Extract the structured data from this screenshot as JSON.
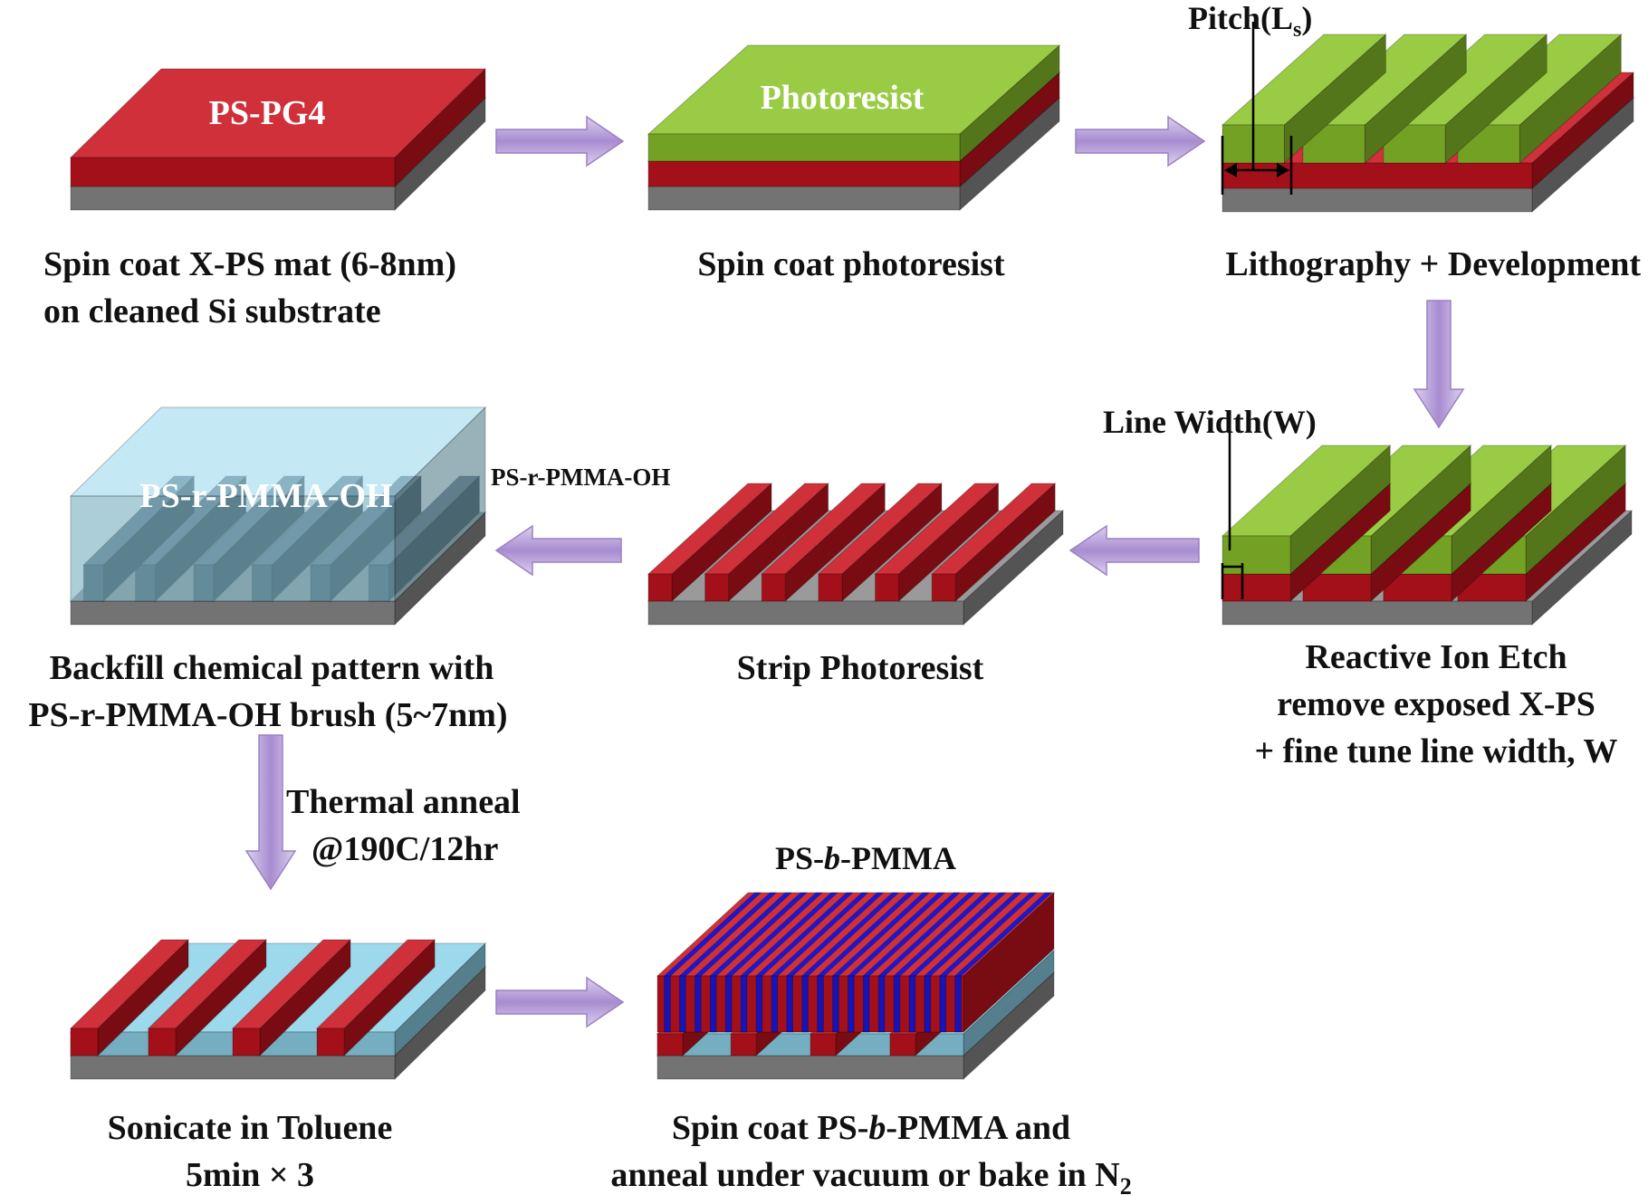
{
  "diagram": {
    "steps": {
      "step1": {
        "layer_label": "PS-PG4",
        "caption": [
          "Spin coat X-PS mat (6-8nm)",
          "on cleaned Si substrate"
        ]
      },
      "step2": {
        "layer_label": "Photoresist",
        "caption": [
          "Spin coat photoresist"
        ]
      },
      "step3": {
        "dimension_label": "Pitch(L",
        "dimension_sub": "s",
        "dimension_close": ")",
        "caption": [
          "Lithography + Development"
        ]
      },
      "step4": {
        "dimension_label": "Line Width(W)",
        "caption": [
          "Reactive Ion Etch",
          "remove exposed X-PS",
          "+ fine tune line width, W"
        ]
      },
      "step5": {
        "caption": [
          "Strip Photoresist"
        ]
      },
      "step6": {
        "layer_label": "PS-r-PMMA-OH",
        "side_label": "PS-r-PMMA-OH",
        "caption": [
          "Backfill chemical pattern with",
          "PS-r-PMMA-OH brush (5~7nm)"
        ]
      },
      "step7": {
        "arrow_label": [
          "Thermal anneal",
          "@190C/12hr"
        ],
        "caption": [
          "Sonicate in Toluene",
          "5min × 3"
        ]
      },
      "step8": {
        "title_pre": "PS-",
        "title_italic": "b",
        "title_post": "-PMMA",
        "caption1_pre": "Spin coat PS-",
        "caption1_italic": "b",
        "caption1_post": "-PMMA and",
        "caption2": "anneal under vacuum or bake in N",
        "caption2_sub": "2"
      }
    },
    "colors": {
      "substrate": "#8c8c8c",
      "xps_mat": "#c8141e",
      "photoresist": "#8cc42c",
      "brush": "#8ed4ea",
      "pmma_lamella": "#1a18d8",
      "arrow": "#b49ed4"
    }
  }
}
